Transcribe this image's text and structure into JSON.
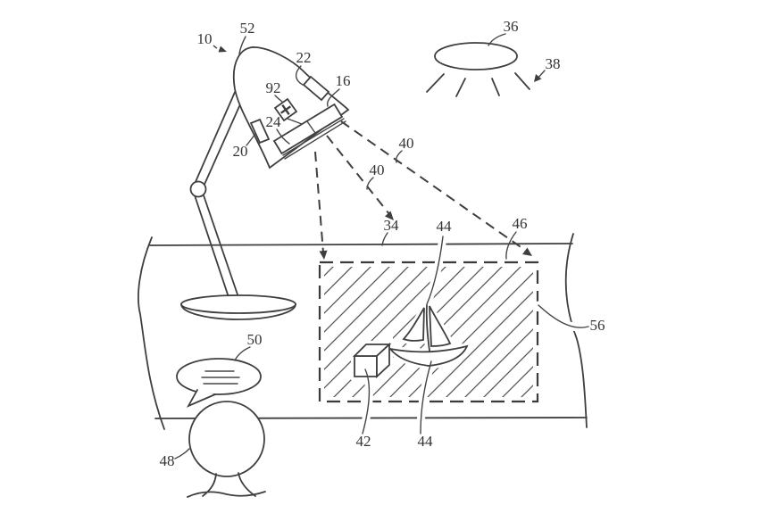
{
  "figure": {
    "background_color": "#ffffff",
    "line_color": "#3f3f3f",
    "hatch_color": "#555555",
    "label_color": "#333333",
    "ref_labels": {
      "system": "10",
      "lamp_shade": "52",
      "head_component_22": "22",
      "head_component_92": "92",
      "head_component_24": "24",
      "head_component_20": "20",
      "optical_module_16": "16",
      "overhead_light": "36",
      "light_rays": "38",
      "beam_upper": "40",
      "beam_lower": "40",
      "surface_region": "34",
      "sail_graphic": "44",
      "region_corner": "46",
      "tabletop": "56",
      "cube_object": "42",
      "boat_graphic": "44",
      "person_head": "48",
      "speech_bubble": "50"
    }
  }
}
